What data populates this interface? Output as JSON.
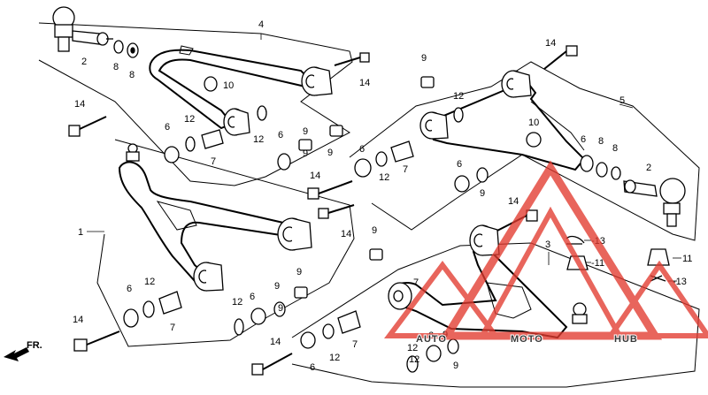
{
  "labels": {
    "l1": "1",
    "l2a": "2",
    "l2b": "2",
    "l3": "3",
    "l4": "4",
    "l5": "5",
    "l6a": "6",
    "l6b": "6",
    "l6c": "6",
    "l6d": "6",
    "l6e": "6",
    "l6f": "6",
    "l6g": "6",
    "l6h": "6",
    "l7a": "7",
    "l7b": "7",
    "l7c": "7",
    "l7d": "7",
    "l7e": "7",
    "l8a": "8",
    "l8b": "8",
    "l8c": "8",
    "l8d": "8",
    "l9a": "9",
    "l9b": "9",
    "l9c": "9",
    "l9d": "9",
    "l9e": "9",
    "l9f": "9",
    "l9g": "9",
    "l9h": "9",
    "l9i": "9",
    "l9j": "9",
    "l10a": "10",
    "l10b": "10",
    "l11a": "-11",
    "l11b": "11",
    "l12a": "12",
    "l12b": "12",
    "l12c": "12",
    "l12d": "12",
    "l12e": "12",
    "l12f": "12",
    "l12g": "12",
    "l12h": "12",
    "l12i": "12",
    "l13a": "-13",
    "l13b": "-13",
    "l14a": "14",
    "l14b": "14",
    "l14c": "14",
    "l14d": "14",
    "l14e": "14",
    "l14f": "14",
    "l14g": "14",
    "l14h": "14"
  },
  "direction_label": "FR.",
  "watermark": {
    "part1": "AUTO",
    "part2": "MOTO",
    "part3": "HUB",
    "color": "#e23a2f"
  }
}
